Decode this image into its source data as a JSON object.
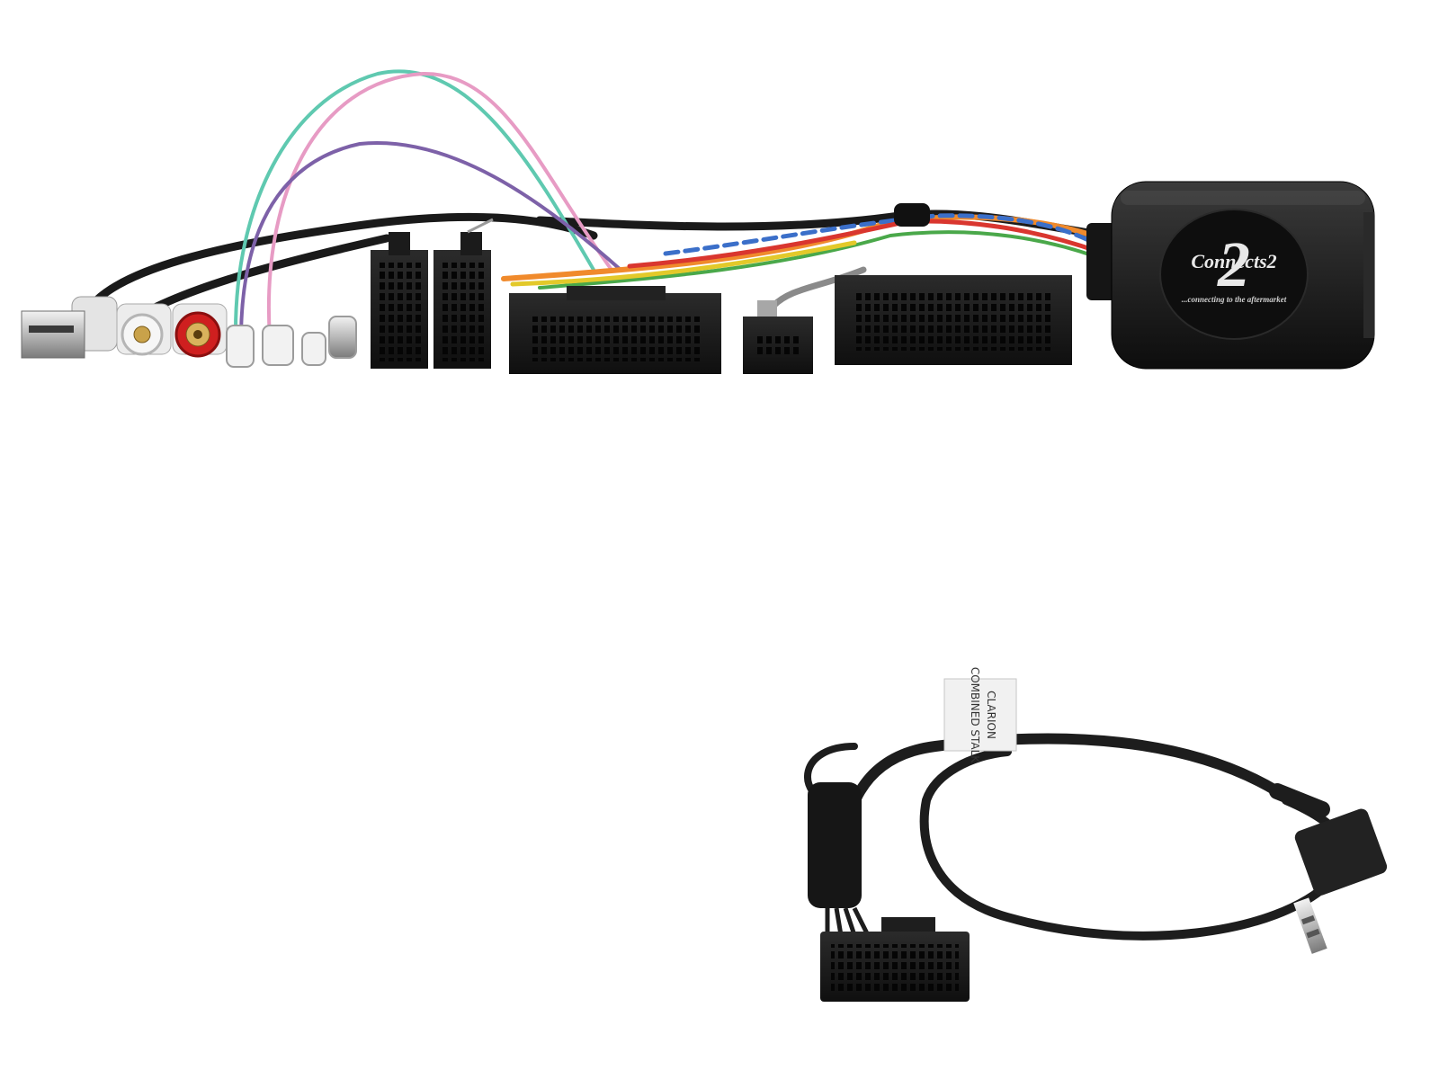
{
  "logo": {
    "wordmark": "Connects2",
    "tagline": "...connecting to the aftermarket"
  },
  "cable_label": {
    "line1": "CLARION",
    "line2": "COMBINED STALK"
  },
  "colors": {
    "background": "#ffffff",
    "connector_black": "#1c1c1c",
    "wire_teal": "#5fc9b0",
    "wire_pink": "#e79bc4",
    "wire_purple": "#7d61a8",
    "wire_orange": "#f08a2c",
    "wire_blue": "#3b6fc9",
    "wire_red": "#d9362f",
    "wire_green": "#4aa84a",
    "wire_yellow": "#e3c92a",
    "rca_red": "#cf1f1f",
    "rca_gold": "#c9a24a"
  }
}
